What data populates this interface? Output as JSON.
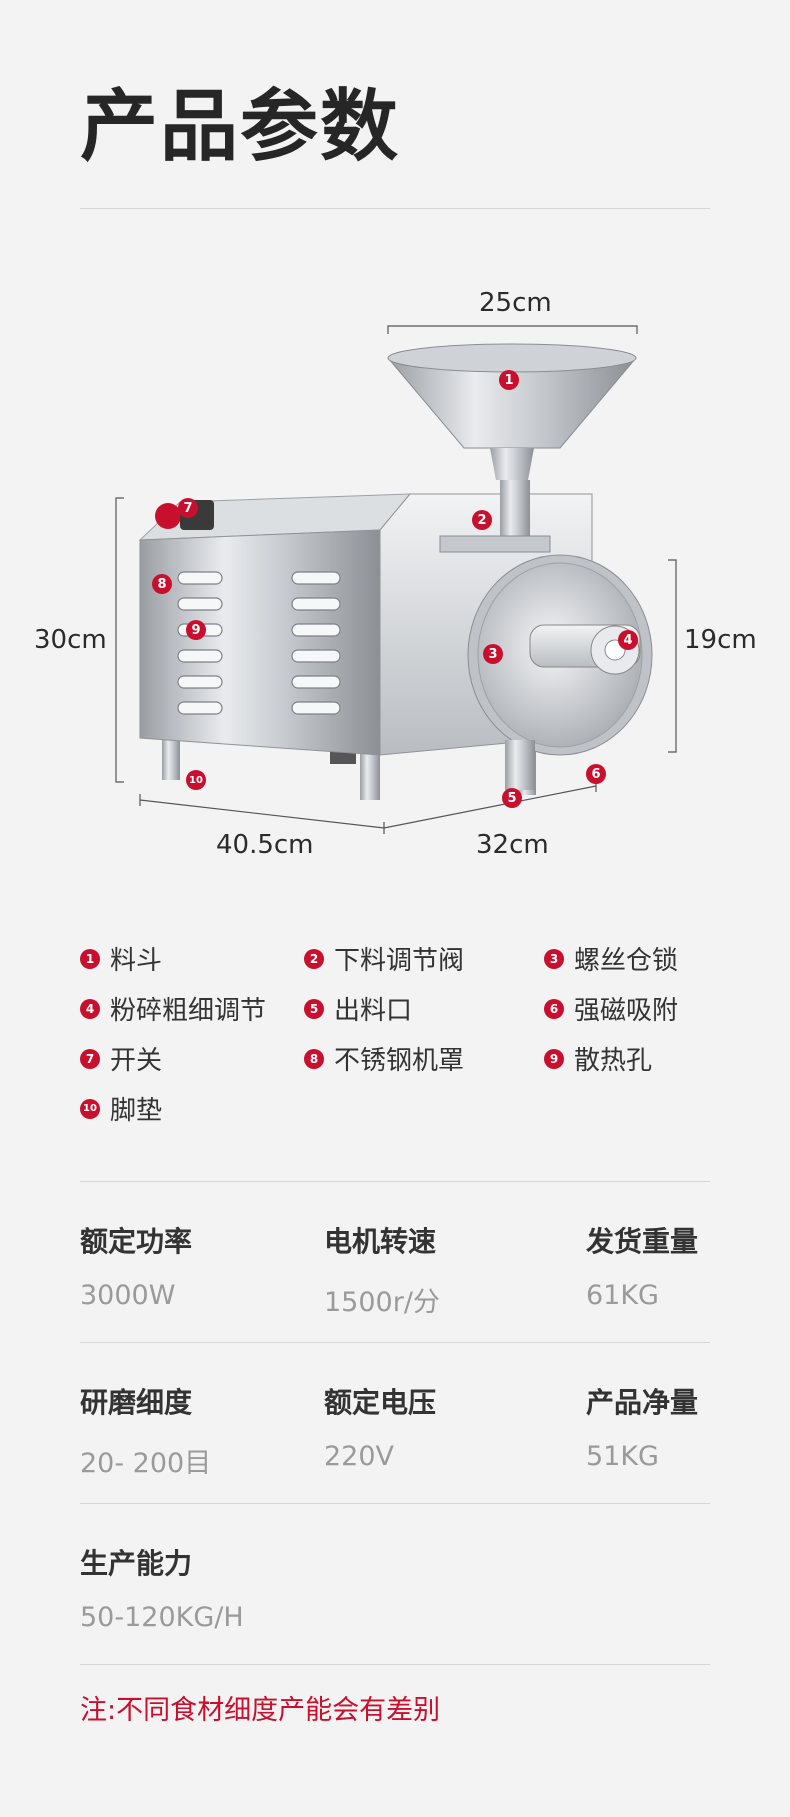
{
  "title": "产品参数",
  "dimensions": {
    "top_width": "25cm",
    "height_left": "30cm",
    "height_right": "19cm",
    "length": "40.5cm",
    "depth": "32cm"
  },
  "markers": [
    "1",
    "2",
    "3",
    "4",
    "5",
    "6",
    "7",
    "8",
    "9",
    "10"
  ],
  "parts": [
    {
      "num": "1",
      "label": "料斗"
    },
    {
      "num": "2",
      "label": "下料调节阀"
    },
    {
      "num": "3",
      "label": "螺丝仓锁"
    },
    {
      "num": "4",
      "label": "粉碎粗细调节"
    },
    {
      "num": "5",
      "label": "出料口"
    },
    {
      "num": "6",
      "label": "强磁吸附"
    },
    {
      "num": "7",
      "label": "开关"
    },
    {
      "num": "8",
      "label": "不锈钢机罩"
    },
    {
      "num": "9",
      "label": "散热孔"
    },
    {
      "num": "10",
      "label": "脚垫"
    }
  ],
  "specs": [
    {
      "label": "额定功率",
      "value": "3000W"
    },
    {
      "label": "电机转速",
      "value": "1500r/分"
    },
    {
      "label": "发货重量",
      "value": "61KG"
    },
    {
      "label": "研磨细度",
      "value": "20- 200目"
    },
    {
      "label": "额定电压",
      "value": "220V"
    },
    {
      "label": "产品净量",
      "value": "51KG"
    },
    {
      "label": "生产能力",
      "value": "50-120KG/H"
    }
  ],
  "note": "注:不同食材细度产能会有差别",
  "colors": {
    "accent": "#c8102e",
    "background": "#f3f3f3",
    "muted": "#9a9a9a"
  }
}
